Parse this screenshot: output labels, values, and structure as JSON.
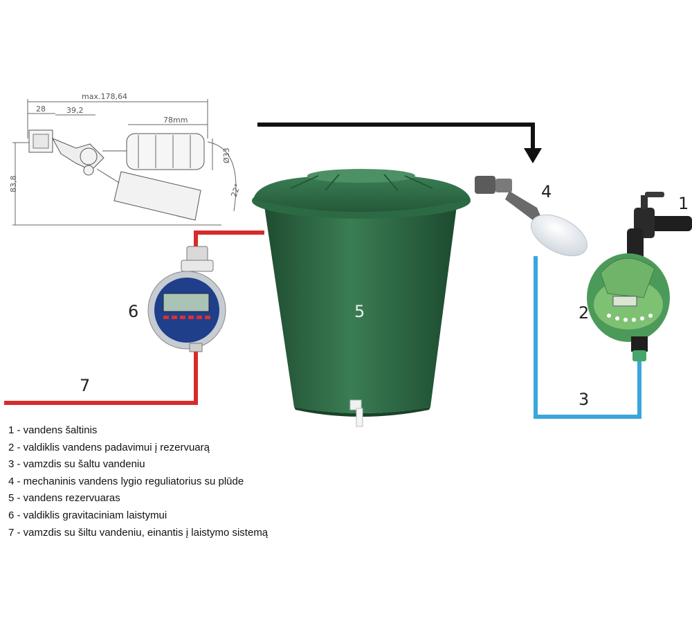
{
  "drawing": {
    "dims": {
      "max": "max.178,64",
      "d28": "28",
      "d39": "39,2",
      "d78": "78mm",
      "d33": "Ø33",
      "h83": "83,8",
      "a22": "22°"
    }
  },
  "labels": {
    "n1": "1",
    "n2": "2",
    "n3": "3",
    "n4": "4",
    "n5": "5",
    "n6": "6",
    "n7": "7"
  },
  "legend": [
    "1 - vandens šaltinis",
    "2 - valdiklis vandens padavimui į rezervuarą",
    "3 - vamzdis su šaltu vandeniu",
    "4 - mechaninis vandens lygio reguliatorius su plūde",
    "5 - vandens rezervuaras",
    "6 - valdiklis gravitaciniam laistymui",
    "7 - vamzdis su šiltu vandeniu, einantis į laistymo sistemą"
  ],
  "colors": {
    "barrel": "#2f6b45",
    "barrel_dark": "#1f4d31",
    "warm_pipe": "#d62b2b",
    "cold_pipe": "#3aa6dc",
    "arrow": "#111111"
  }
}
